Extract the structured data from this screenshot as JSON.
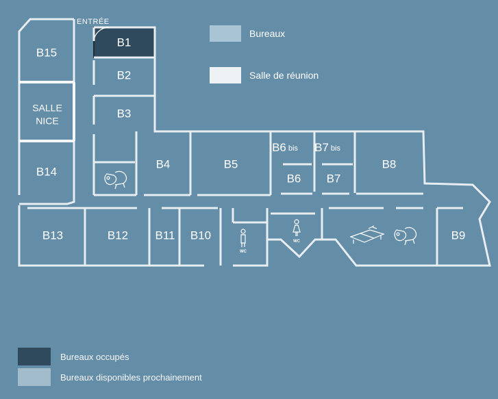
{
  "entrance_label": "ENTRÉE",
  "rooms": {
    "b1": "B1",
    "b2": "B2",
    "b3": "B3",
    "b4": "B4",
    "b5": "B5",
    "b6": "B6",
    "b6bis": "B6",
    "b7": "B7",
    "b7bis": "B7",
    "b8": "B8",
    "b9": "B9",
    "b10": "B10",
    "b11": "B11",
    "b12": "B12",
    "b13": "B13",
    "b14": "B14",
    "b15": "B15",
    "salle_line1": "SALLE",
    "salle_line2": "NICE"
  },
  "bis_label": "bis",
  "wc_label": "WC",
  "legend": {
    "bureaux": "Bureaux",
    "salle_reunion": "Salle de réunion",
    "occupes": "Bureaux occupés",
    "disponibles": "Bureaux disponibles prochainement"
  },
  "colors": {
    "background": "#648da8",
    "bureaux": "#a9c4d4",
    "salle_reunion": "#eef1f4",
    "occupes": "#2f4a5c",
    "disponibles": "#a3bccb",
    "walls": "#e8edf1"
  },
  "status": {
    "B1": "occupés"
  },
  "icons": [
    "door-arc-icon",
    "lounge-chair-icon",
    "pingpong-table-icon",
    "male-wc-icon",
    "female-wc-icon"
  ]
}
